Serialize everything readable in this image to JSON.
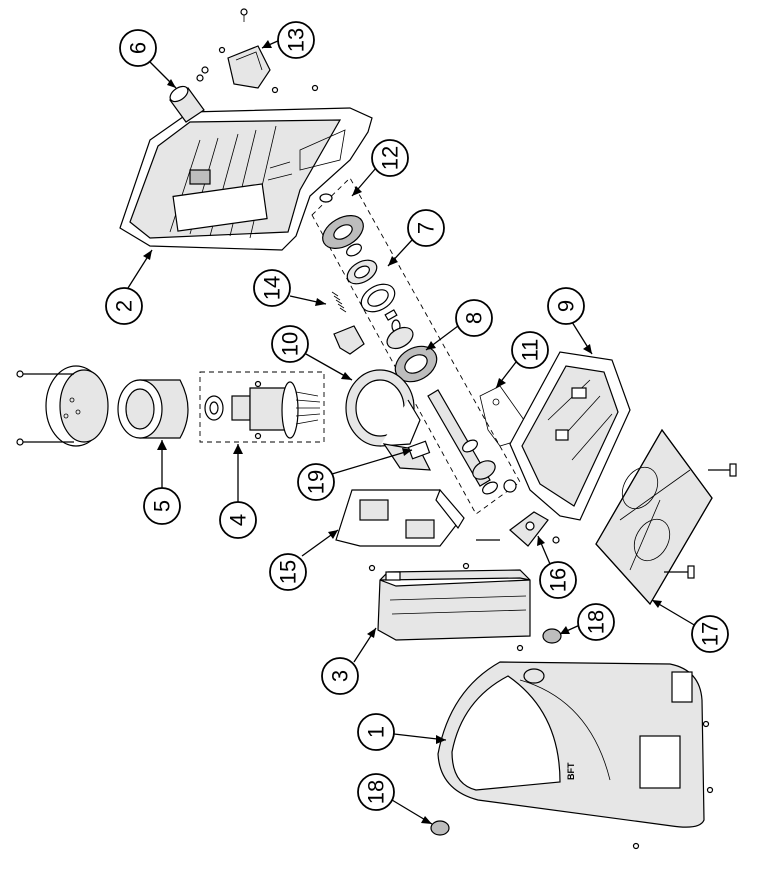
{
  "diagram": {
    "callouts": [
      {
        "id": "1",
        "label": "1"
      },
      {
        "id": "2",
        "label": "2"
      },
      {
        "id": "3",
        "label": "3"
      },
      {
        "id": "4",
        "label": "4"
      },
      {
        "id": "5",
        "label": "5"
      },
      {
        "id": "6",
        "label": "6"
      },
      {
        "id": "7",
        "label": "7"
      },
      {
        "id": "8",
        "label": "8"
      },
      {
        "id": "9",
        "label": "9"
      },
      {
        "id": "10",
        "label": "10"
      },
      {
        "id": "11",
        "label": "11"
      },
      {
        "id": "12",
        "label": "12"
      },
      {
        "id": "13",
        "label": "13"
      },
      {
        "id": "14",
        "label": "14"
      },
      {
        "id": "15",
        "label": "15"
      },
      {
        "id": "16",
        "label": "16"
      },
      {
        "id": "17",
        "label": "17"
      },
      {
        "id": "18a",
        "label": "18"
      },
      {
        "id": "18b",
        "label": "18"
      },
      {
        "id": "19",
        "label": "19"
      }
    ],
    "cover_logo": "BFT"
  }
}
